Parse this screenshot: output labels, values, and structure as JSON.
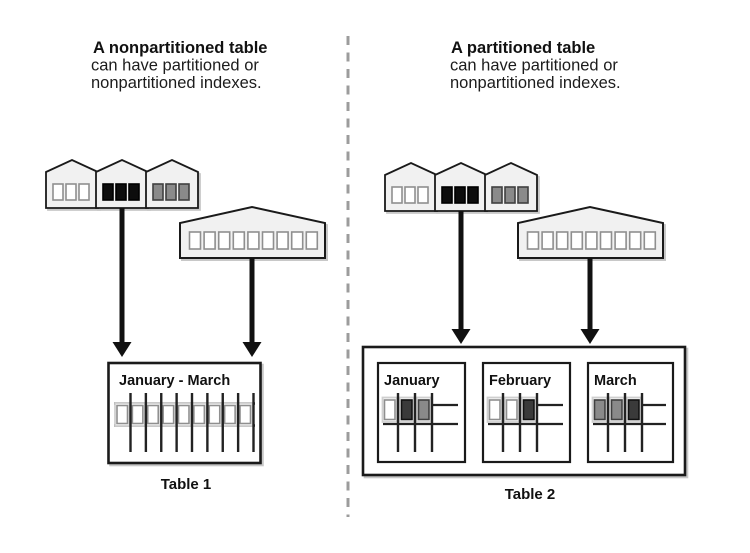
{
  "colors": {
    "background": "#ffffff",
    "outline": "#1a1a1a",
    "house_fill": "#f1f1f1",
    "shadow": "#c8c8c8",
    "divider": "#9c9c9c",
    "arrow": "#111111",
    "cell_white": "#ffffff",
    "cell_black": "#0d0d0d",
    "cell_gray": "#8a8a8a",
    "cell_dark": "#3a3a3a"
  },
  "left_panel": {
    "caption": {
      "title": "A nonpartitioned table",
      "line2": "can have partitioned or",
      "line3": "nonpartitioned indexes."
    },
    "partitioned_index_houses": [
      [
        "white",
        "white",
        "white"
      ],
      [
        "black",
        "black",
        "black"
      ],
      [
        "gray",
        "gray",
        "gray"
      ]
    ],
    "nonpartitioned_index_cells": 9,
    "table": {
      "header": "January - March",
      "label": "Table 1",
      "cells": [
        "white",
        "white",
        "white",
        "white",
        "white",
        "white",
        "white",
        "white",
        "white"
      ]
    }
  },
  "right_panel": {
    "caption": {
      "title": "A partitioned table",
      "line2": "can have partitioned or",
      "line3": "nonpartitioned indexes."
    },
    "partitioned_index_houses": [
      [
        "white",
        "white",
        "white"
      ],
      [
        "black",
        "black",
        "black"
      ],
      [
        "gray",
        "gray",
        "gray"
      ]
    ],
    "nonpartitioned_index_cells": 9,
    "table": {
      "label": "Table 2",
      "partitions": [
        {
          "name": "January",
          "cells": [
            "white",
            "dark",
            "gray"
          ]
        },
        {
          "name": "February",
          "cells": [
            "white",
            "white",
            "dark"
          ]
        },
        {
          "name": "March",
          "cells": [
            "gray",
            "gray",
            "dark"
          ]
        }
      ]
    }
  }
}
